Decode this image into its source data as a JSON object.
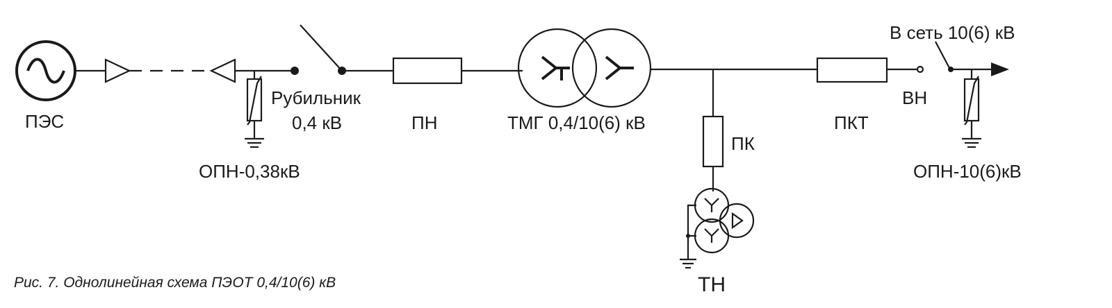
{
  "labels": {
    "pes": "ПЭС",
    "breaker_line1": "Рубильник",
    "breaker_line2": "0,4 кВ",
    "opn_lv": "ОПН-0,38кВ",
    "pn": "ПН",
    "tmg": "ТМГ 0,4/10(6) кВ",
    "pk": "ПК",
    "tn": "ТН",
    "pkt": "ПКТ",
    "grid": "В сеть 10(6) кВ",
    "vn": "ВН",
    "opn_hv": "ОПН-10(6)кВ"
  },
  "caption": "Рис. 7. Однолинейная схема ПЭОТ 0,4/10(6) кВ",
  "colors": {
    "line": "#1a1a1a",
    "background": "#ffffff"
  }
}
